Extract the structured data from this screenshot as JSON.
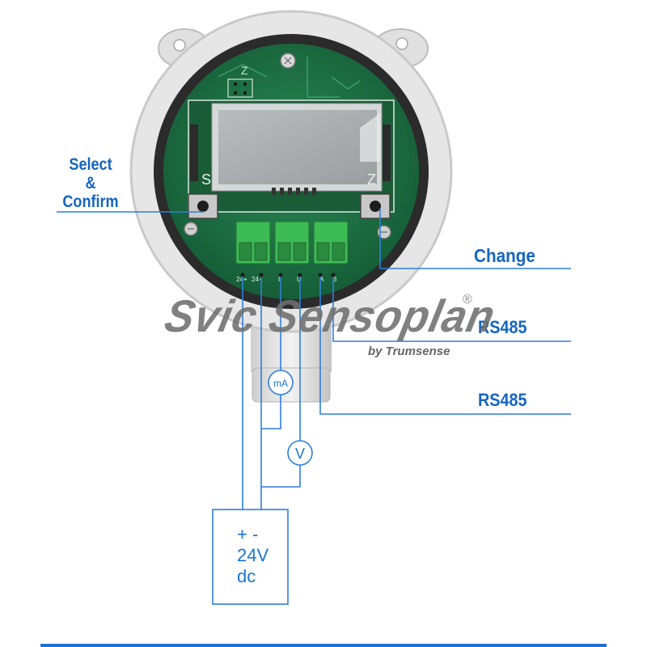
{
  "labels": {
    "select_line1": "Select",
    "select_line2": "&",
    "select_line3": "Confirm",
    "change": "Change",
    "rs485_a": "RS485",
    "rs485_b": "RS485"
  },
  "brand": {
    "name": "Svic Sensoplan",
    "registered": "®",
    "subtitle": "by Trumsense"
  },
  "meters": {
    "ammeter": "mA",
    "voltmeter": "V"
  },
  "power_supply": {
    "polarity": "+ -",
    "voltage": "24V",
    "type": "dc"
  },
  "board": {
    "button_left_mark": "S",
    "button_right_mark": "Z",
    "top_mark": "Z",
    "terminals": [
      "24+",
      "24-",
      "I",
      "U",
      "A",
      "B"
    ]
  },
  "colors": {
    "accent_blue": "#1565c0",
    "wire_blue": "#2f7fd8",
    "pcb_green": "#1f6f45",
    "terminal_green": "#3dbb55",
    "housing_gray": "#e3e3e3"
  }
}
